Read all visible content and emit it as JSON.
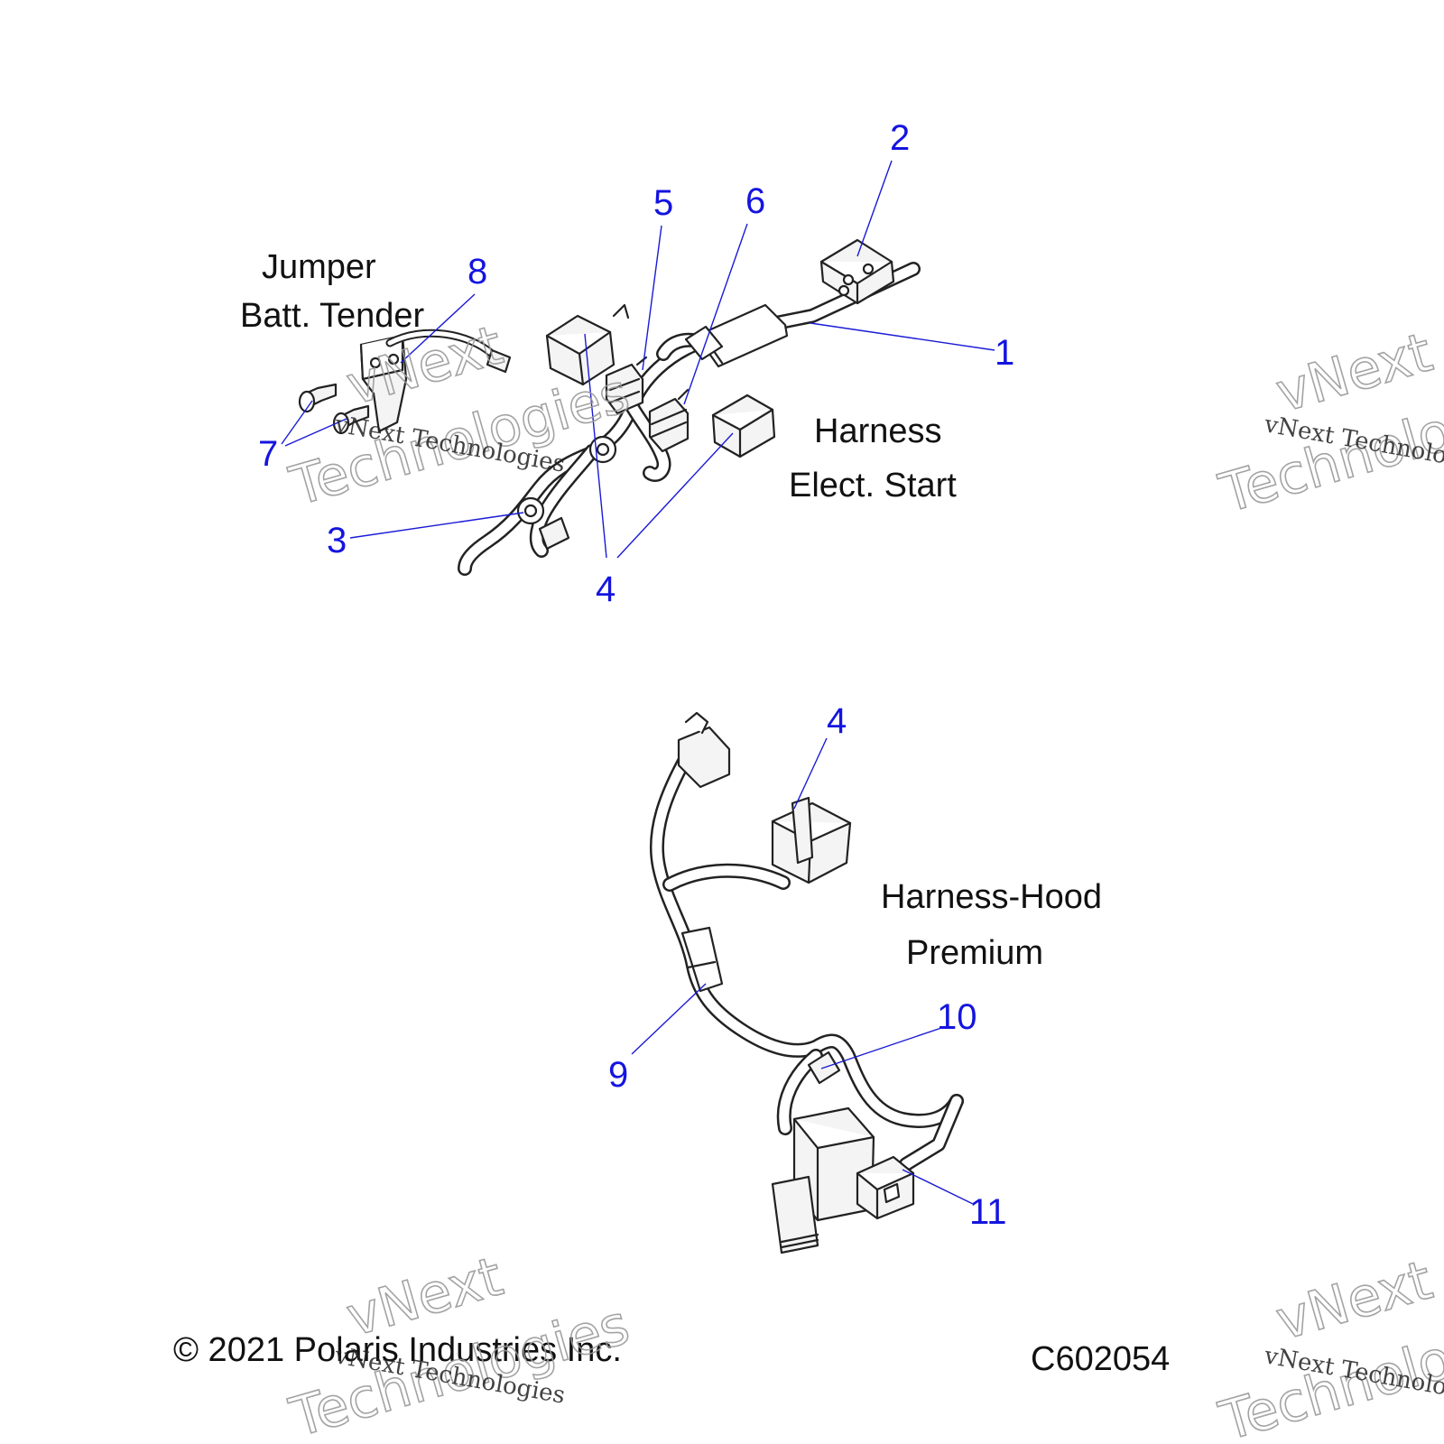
{
  "labels": {
    "jumper_line1": "Jumper",
    "jumper_line2": "Batt. Tender",
    "harness_line1": "Harness",
    "harness_line2": "Elect. Start",
    "hood_line1": "Harness-Hood",
    "hood_line2": "Premium"
  },
  "callouts": {
    "c1": "1",
    "c2": "2",
    "c3": "3",
    "c4a": "4",
    "c4b": "4",
    "c5": "5",
    "c6": "6",
    "c7": "7",
    "c8": "8",
    "c9": "9",
    "c10": "10",
    "c11": "11"
  },
  "footer": {
    "copyright": "© 2021 Polaris Industries Inc.",
    "code": "C602054"
  },
  "watermark": {
    "line_small": "vNext Technologies",
    "line_vnext": "vNext",
    "line_tech": "Technologies"
  },
  "colors": {
    "callout": "#1414e0",
    "leader": "#1a1ad6"
  }
}
